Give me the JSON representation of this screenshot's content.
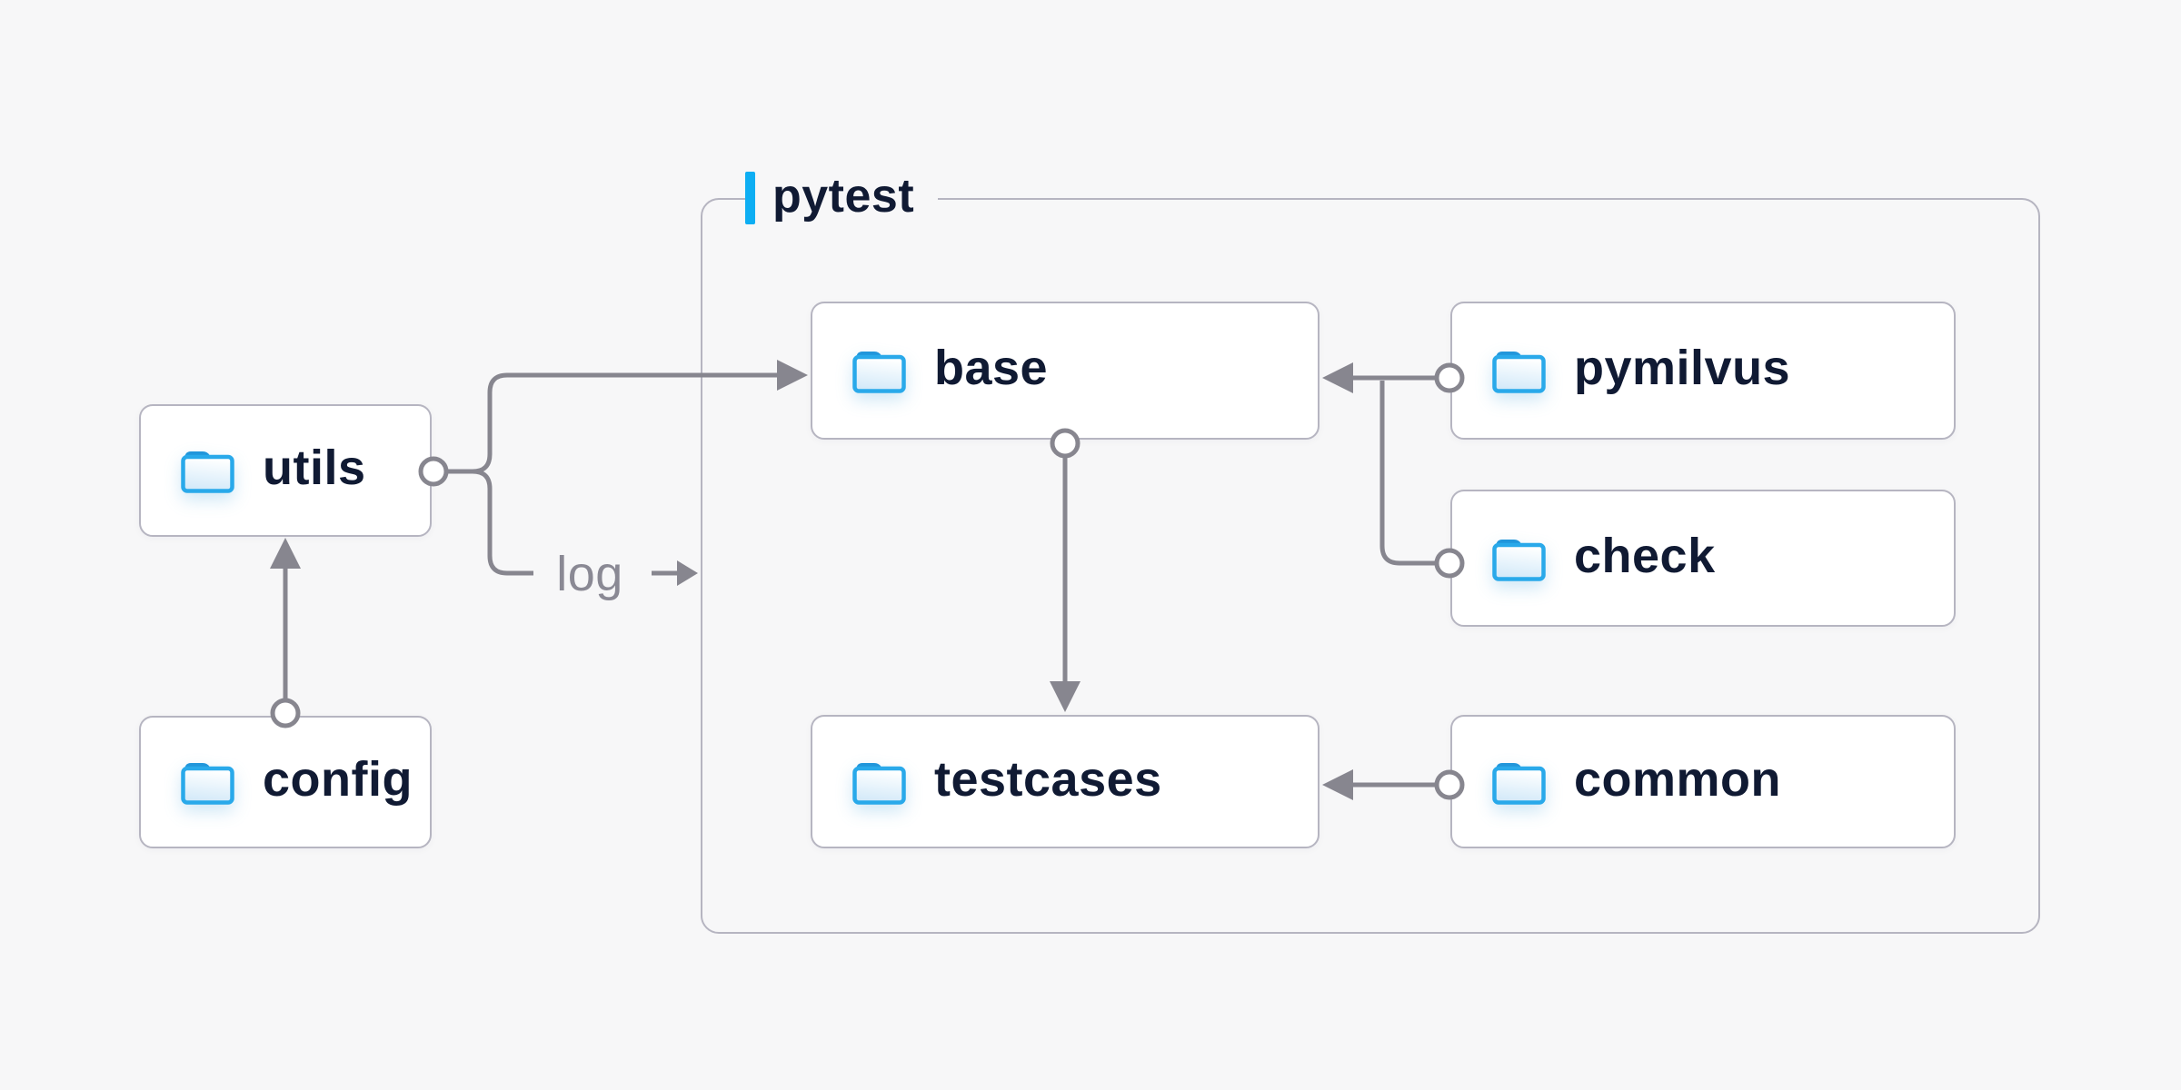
{
  "group": {
    "label": "pytest"
  },
  "nodes": {
    "utils": {
      "label": "utils",
      "icon": "folder-icon"
    },
    "config": {
      "label": "config",
      "icon": "folder-icon"
    },
    "base": {
      "label": "base",
      "icon": "folder-icon"
    },
    "pymilvus": {
      "label": "pymilvus",
      "icon": "folder-icon"
    },
    "check": {
      "label": "check",
      "icon": "folder-icon"
    },
    "testcases": {
      "label": "testcases",
      "icon": "folder-icon"
    },
    "common": {
      "label": "common",
      "icon": "folder-icon"
    }
  },
  "edge_labels": {
    "log": "log"
  },
  "edges": [
    {
      "from": "config",
      "to": "utils"
    },
    {
      "from": "utils",
      "to": "base"
    },
    {
      "from": "utils",
      "to": "pytest-group",
      "label": "log"
    },
    {
      "from": "pymilvus",
      "to": "base"
    },
    {
      "from": "check",
      "to": "base"
    },
    {
      "from": "base",
      "to": "testcases"
    },
    {
      "from": "common",
      "to": "testcases"
    }
  ],
  "colors": {
    "background": "#f7f7f8",
    "node_fill": "#ffffff",
    "node_border": "#b6b5c1",
    "wire_gray": "#87868f",
    "text_navy": "#101a33",
    "edge_label_gray": "#8a8994",
    "accent_blue": "#0daef3",
    "folder_stroke_blue": "#29a9ea",
    "folder_tab_blue": "#2196db",
    "folder_fill_light": "#cfe7f8"
  }
}
